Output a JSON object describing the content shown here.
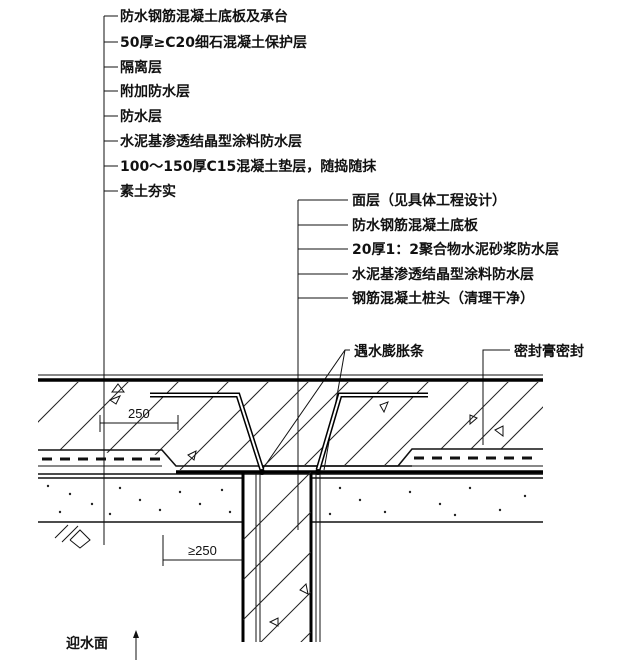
{
  "left_callouts": [
    "防水钢筋混凝土底板及承台",
    "50厚≥C20细石混凝土保护层",
    "隔离层",
    "附加防水层",
    "防水层",
    "水泥基渗透结晶型涂料防水层",
    "100～150厚C15混凝土垫层，随捣随抹",
    "素土夯实"
  ],
  "right_callouts": [
    "面层（见具体工程设计）",
    "防水钢筋混凝土底板",
    "20厚1：2聚合物水泥砂浆防水层",
    "水泥基渗透结晶型涂料防水层",
    "钢筋混凝土桩头（清理干净）"
  ],
  "annotations": {
    "swelling_strip": "遇水膨胀条",
    "sealant": "密封膏密封",
    "water_face": "迎水面"
  },
  "dimensions": {
    "slab_step": "250",
    "pile_offset": "≥250"
  }
}
